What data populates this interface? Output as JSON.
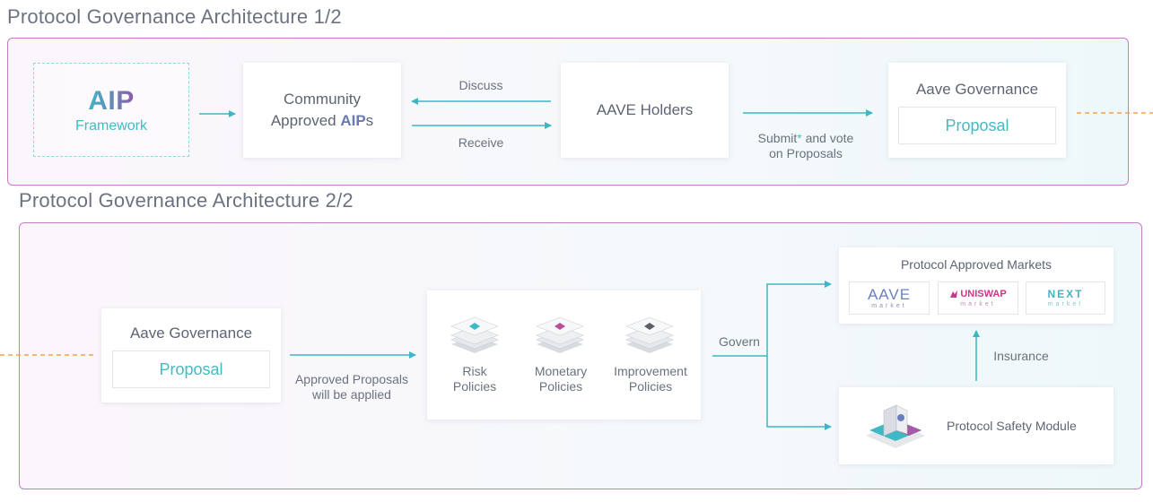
{
  "sections": {
    "part1_title": "Protocol Governance Architecture 1/2",
    "part2_title": "Protocol Governance Architecture 2/2"
  },
  "part1": {
    "aip": {
      "title": "AIP",
      "subtitle": "Framework"
    },
    "community": {
      "line1": "Community",
      "line2_prefix": "Approved ",
      "line2_bold": "AIP",
      "line2_suffix": "s"
    },
    "discuss_label": "Discuss",
    "receive_label": "Receive",
    "holders": "AAVE Holders",
    "submit_label_prefix": "Submit",
    "submit_label_star": "*",
    "submit_label_suffix": " and vote",
    "submit_label_line2": "on Proposals",
    "governance": {
      "title": "Aave Governance",
      "proposal": "Proposal"
    }
  },
  "part2": {
    "governance": {
      "title": "Aave Governance",
      "proposal": "Proposal"
    },
    "approved_label_line1": "Approved Proposals",
    "approved_label_line2": "will be applied",
    "policies": [
      {
        "label": "Risk\nPolicies",
        "color": "#3fb8c6"
      },
      {
        "label": "Monetary\nPolicies",
        "color": "#b8509a"
      },
      {
        "label": "Improvement\nPolicies",
        "color": "#5d5f66"
      }
    ],
    "govern_label": "Govern",
    "markets": {
      "title": "Protocol Approved Markets",
      "items": [
        {
          "name": "AAVE",
          "sub": "market"
        },
        {
          "name": "UNISWAP",
          "sub": "market"
        },
        {
          "name": "NEXT",
          "sub": "market"
        }
      ]
    },
    "insurance_label": "Insurance",
    "safety_module": "Protocol Safety Module"
  },
  "colors": {
    "accent_teal": "#43bbc4",
    "panel_border": "#c77cc8",
    "dashed_orange": "#f2a24d"
  },
  "icons": [
    "arrow-right-icon",
    "arrow-left-icon",
    "arrow-up-icon",
    "layers-icon",
    "safety-module-icon",
    "uniswap-unicorn-icon"
  ]
}
